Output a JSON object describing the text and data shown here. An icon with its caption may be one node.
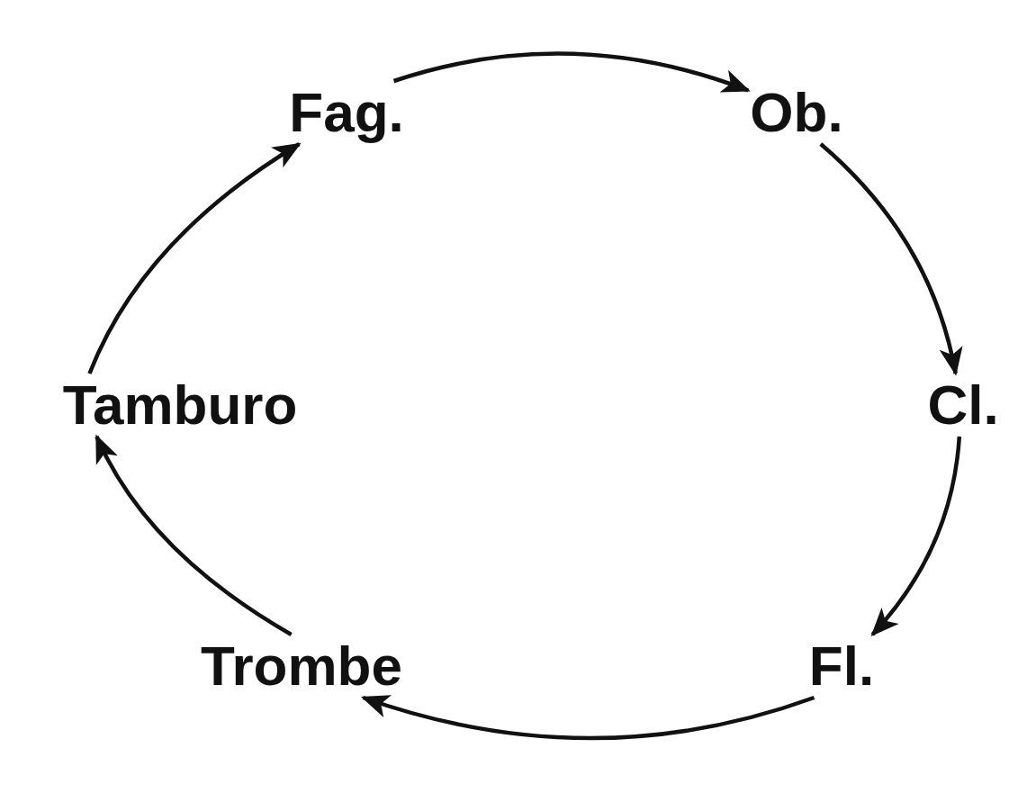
{
  "diagram": {
    "nodes": [
      {
        "text": [
          "Fag."
        ]
      },
      {
        "text": [
          "Ob."
        ]
      },
      {
        "text": [
          "Cl."
        ]
      },
      {
        "text": [
          "Fl."
        ]
      },
      {
        "text": [
          "Trombe"
        ]
      },
      {
        "text": [
          "Tamburo"
        ]
      }
    ],
    "edges": [
      {
        "from": 0,
        "to": 1,
        "arrow": "to"
      },
      {
        "from": 1,
        "to": 2,
        "arrow": "to"
      },
      {
        "from": 2,
        "to": 3,
        "arrow": "to"
      },
      {
        "from": 3,
        "to": 4,
        "arrow": "to"
      },
      {
        "from": 4,
        "to": 5,
        "arrow": "to"
      },
      {
        "from": 5,
        "to": 0,
        "arrow": "to"
      }
    ]
  }
}
